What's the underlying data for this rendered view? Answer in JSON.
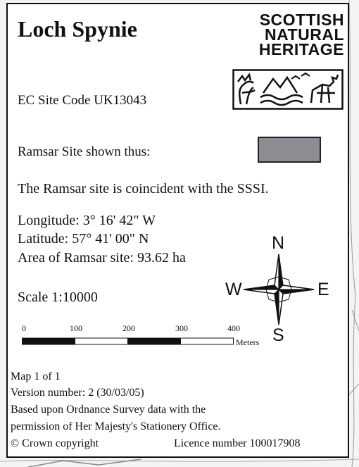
{
  "title": "Loch Spynie",
  "logo": {
    "lines": [
      "SCOTTISH",
      "NATURAL",
      "HERITAGE"
    ],
    "icon": "thistle-water-bird-deer-emblem"
  },
  "site_code": "EC Site Code UK13043",
  "legend": {
    "label": "Ramsar Site shown thus:",
    "swatch_color": "#8c8c92"
  },
  "coincident_note": "The Ramsar site is coincident with the SSSI.",
  "coordinates": {
    "longitude": "Longitude: 3° 16' 42\" W",
    "latitude": "Latitude: 57° 41' 00\" N",
    "area": "Area of Ramsar site: 93.62 ha"
  },
  "scale": "Scale 1:10000",
  "scalebar": {
    "ticks": [
      "0",
      "100",
      "200",
      "300",
      "400"
    ],
    "unit": "Meters"
  },
  "compass": {
    "n": "N",
    "s": "S",
    "e": "E",
    "w": "W"
  },
  "footer": {
    "map_number": "Map 1 of 1",
    "version": "Version number: 2 (30/03/05)",
    "source_line1": "Based upon Ordnance Survey data with the",
    "source_line2": "permission of Her Majesty's Stationery Office.",
    "copyright": "© Crown copyright",
    "licence": "Licence number 100017908"
  }
}
